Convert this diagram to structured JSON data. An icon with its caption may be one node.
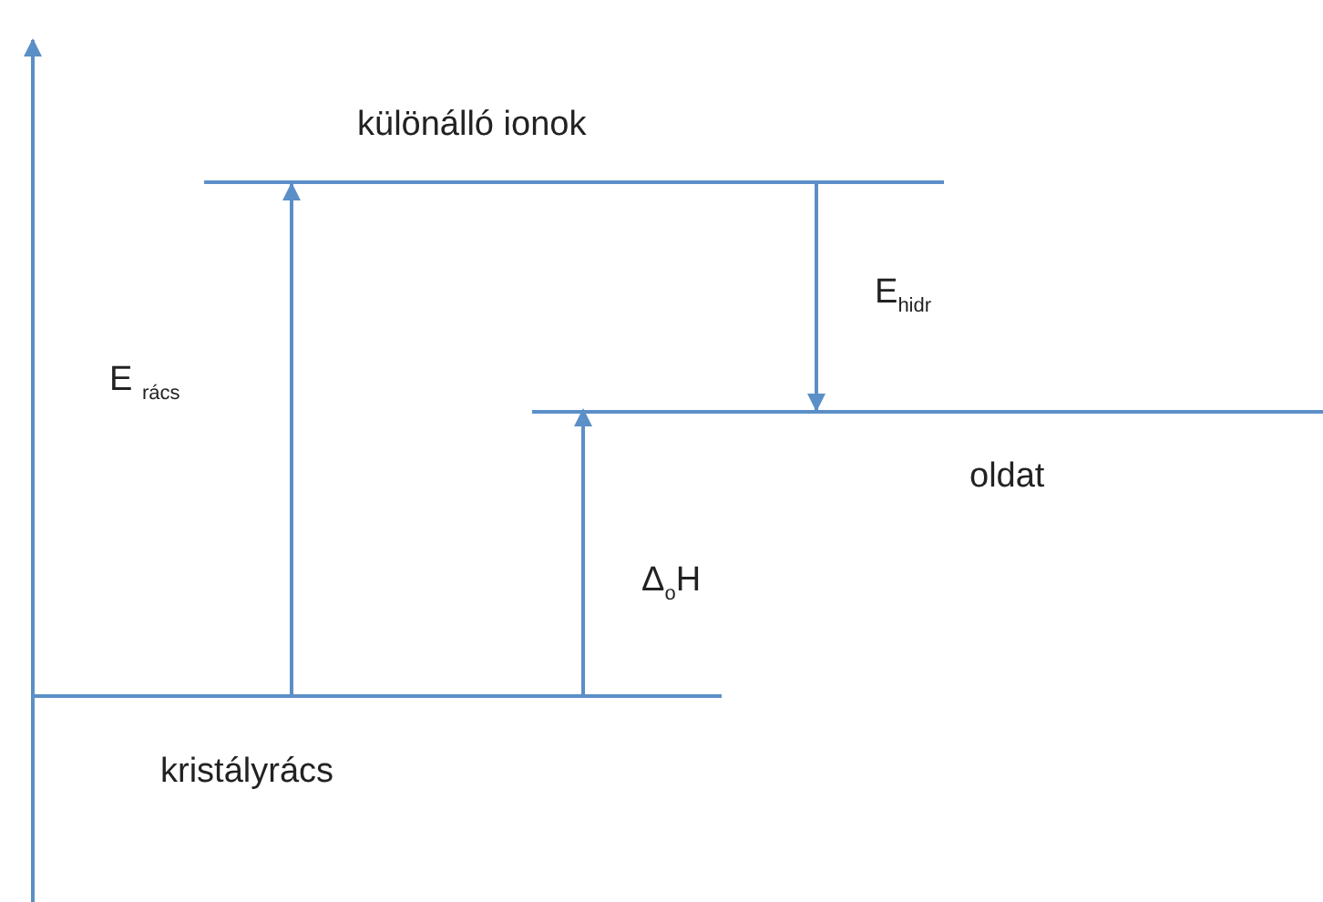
{
  "diagram": {
    "nodes": [
      {
        "text": [
          "különálló ionok"
        ]
      },
      {
        "text": [
          "oldat"
        ]
      },
      {
        "text": [
          "kristályrács"
        ]
      }
    ],
    "edges": [
      {
        "from": 2,
        "to": 0,
        "arrow": "to",
        "label": "E $_{rács}$"
      },
      {
        "from": 0,
        "to": 1,
        "arrow": "to",
        "label": "E$_{hidr}$"
      },
      {
        "from": 2,
        "to": 1,
        "arrow": "to",
        "label": "Δ$_{o}$H"
      }
    ]
  }
}
